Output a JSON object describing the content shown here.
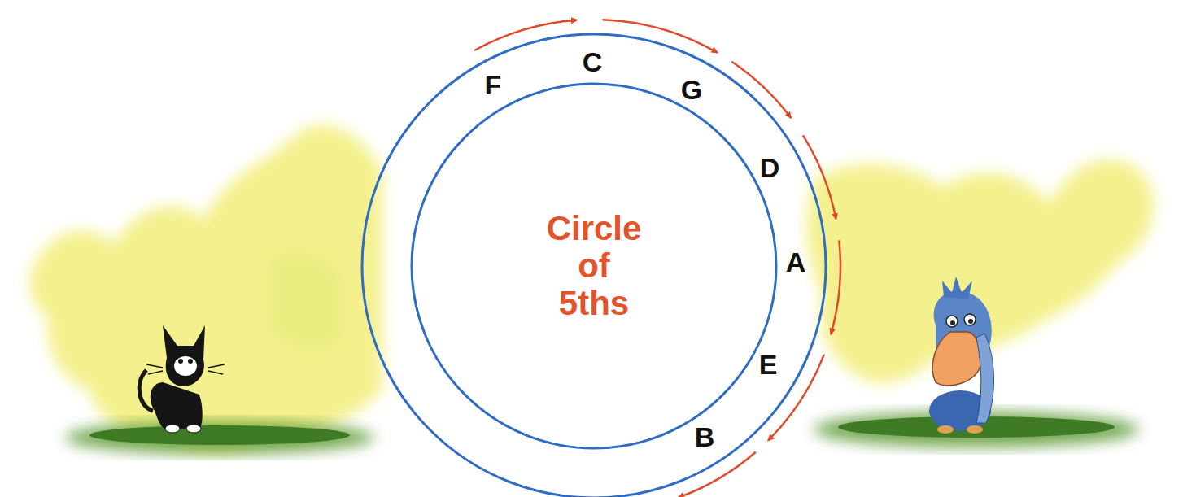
{
  "diagram": {
    "nodes": [
      {
        "text": [
          "Circle of 5ths"
        ]
      }
    ],
    "labels": [
      "F",
      "C",
      "G",
      "D",
      "A",
      "E",
      "B"
    ]
  }
}
